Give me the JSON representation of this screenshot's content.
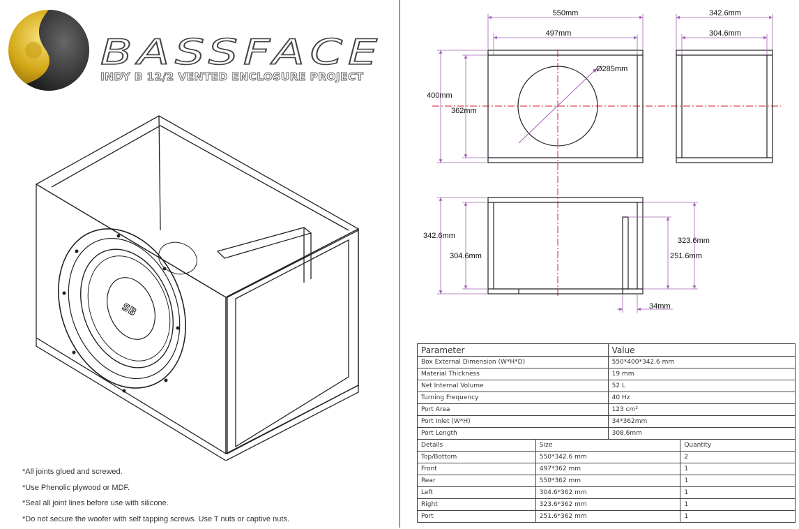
{
  "brand": {
    "name": "BASSFACE",
    "subtitle": "INDY B 12/2 VENTED ENCLOSURE PROJECT",
    "colors": {
      "logo_gold": "#d4a817",
      "logo_dark": "#3a3a3a",
      "dim_line": "#a060b0",
      "center_line": "#d02020"
    }
  },
  "iso_view": {
    "driver_badge": "SB"
  },
  "notes": [
    "*All joints glued and screwed.",
    "*Use Phenolic plywood or MDF.",
    "*Seal all joint lines before use with silicone.",
    "*Do not secure the woofer with self tapping screws. Use T nuts or captive nuts."
  ],
  "dimensions": {
    "front_width_outer": "550mm",
    "front_width_inner": "497mm",
    "side_depth_outer": "342.6mm",
    "side_depth_inner": "304.6mm",
    "front_height_outer": "400mm",
    "front_height_inner": "362mm",
    "cutout_diameter": "Ø285mm",
    "top_depth_outer": "342.6mm",
    "top_depth_inner": "304.6mm",
    "port_panel_outer": "323.6mm",
    "port_panel_inner": "251.6mm",
    "port_width": "34mm"
  },
  "spec_table": {
    "header": {
      "parameter": "Parameter",
      "value": "Value"
    },
    "params": [
      {
        "name": "Box External Dimension (W*H*D)",
        "value": "550*400*342.6 mm"
      },
      {
        "name": "Material Thickness",
        "value": "19 mm"
      },
      {
        "name": "Net Internal Volume",
        "value": "52 L"
      },
      {
        "name": "Turning Frequency",
        "value": "40 Hz"
      },
      {
        "name": "Port Area",
        "value": "123 cm²"
      },
      {
        "name": "Port Inlet (W*H)",
        "value": "34*362mm"
      },
      {
        "name": "Port Length",
        "value": "308.6mm"
      }
    ],
    "details_header": {
      "details": "Details",
      "size": "Size",
      "quantity": "Quantity"
    },
    "details": [
      {
        "name": "Top/Bottom",
        "size": "550*342.6 mm",
        "quantity": "2"
      },
      {
        "name": "Front",
        "size": "497*362 mm",
        "quantity": "1"
      },
      {
        "name": "Rear",
        "size": "550*362 mm",
        "quantity": "1"
      },
      {
        "name": "Left",
        "size": "304.6*362 mm",
        "quantity": "1"
      },
      {
        "name": "Right",
        "size": "323.6*362 mm",
        "quantity": "1"
      },
      {
        "name": "Port",
        "size": "251.6*362 mm",
        "quantity": "1"
      }
    ]
  }
}
